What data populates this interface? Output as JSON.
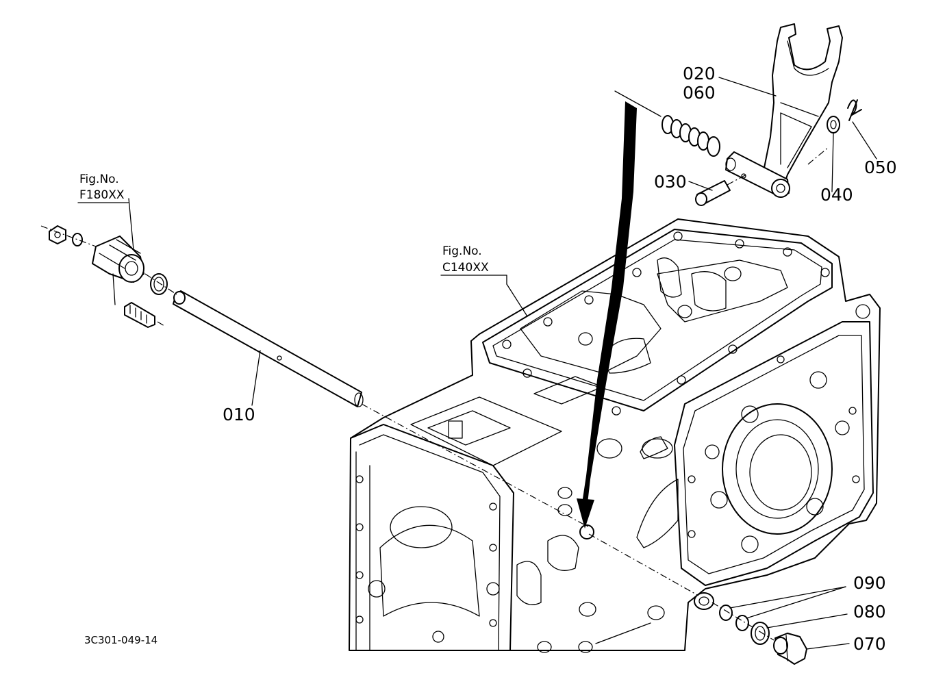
{
  "figure_code": "3C301-049-14",
  "references": [
    {
      "title": "Fig.No.",
      "code": "F180XX"
    },
    {
      "title": "Fig.No.",
      "code": "C140XX"
    }
  ],
  "parts": [
    {
      "no": "010"
    },
    {
      "no": "020"
    },
    {
      "no": "030"
    },
    {
      "no": "040"
    },
    {
      "no": "050"
    },
    {
      "no": "060"
    },
    {
      "no": "070"
    },
    {
      "no": "080"
    },
    {
      "no": "090"
    }
  ]
}
